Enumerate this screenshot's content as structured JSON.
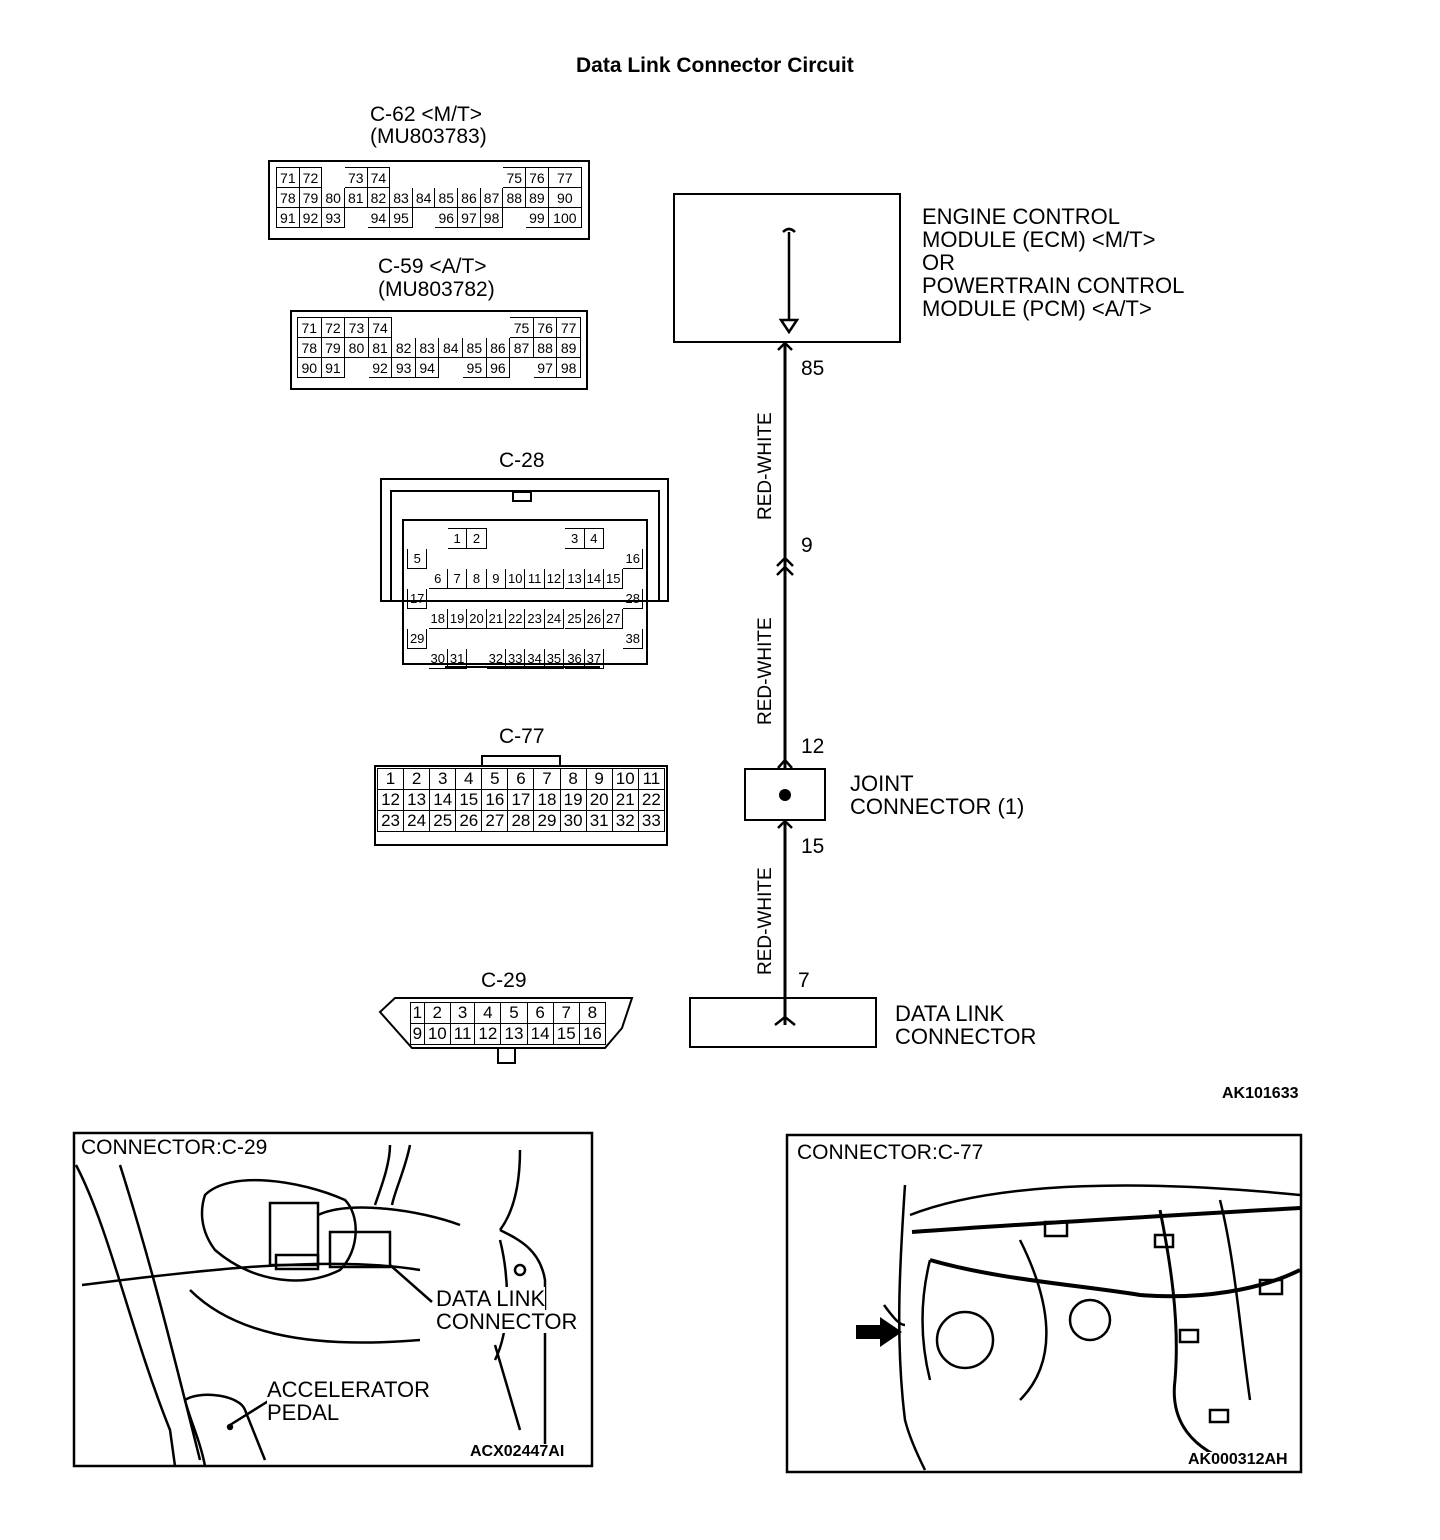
{
  "title": "Data Link Connector Circuit",
  "connectors": {
    "c62": {
      "label": "C-62 <M/T>",
      "part": "(MU803783)",
      "rows": [
        [
          "71",
          "72",
          "",
          "73",
          "74",
          "",
          "",
          "",
          "",
          "",
          "75",
          "76",
          "77"
        ],
        [
          "78",
          "79",
          "80",
          "81",
          "82",
          "83",
          "84",
          "85",
          "86",
          "87",
          "88",
          "89",
          "90"
        ],
        [
          "91",
          "92",
          "93",
          "",
          "94",
          "95",
          "",
          "96",
          "97",
          "98",
          "",
          "99",
          "100"
        ]
      ]
    },
    "c59": {
      "label": "C-59 <A/T>",
      "part": "(MU803782)",
      "rows": [
        [
          "71",
          "72",
          "73",
          "74",
          "",
          "",
          "",
          "",
          "",
          "75",
          "76",
          "77"
        ],
        [
          "78",
          "79",
          "80",
          "81",
          "82",
          "83",
          "84",
          "85",
          "86",
          "87",
          "88",
          "89"
        ],
        [
          "90",
          "91",
          "",
          "92",
          "93",
          "94",
          "",
          "95",
          "96",
          "",
          "97",
          "98"
        ]
      ]
    },
    "c28": {
      "label": "C-28",
      "rows": [
        [
          "",
          "",
          "",
          "1",
          "2",
          "",
          "",
          "",
          "",
          "",
          "3",
          "4",
          "",
          ""
        ],
        [
          "5",
          "",
          "",
          "",
          "",
          "",
          "",
          "",
          "",
          "",
          "",
          "",
          "",
          "16"
        ],
        [
          "",
          "",
          "6",
          "7",
          "8",
          "9",
          "10",
          "11",
          "12",
          "",
          "13",
          "14",
          "15",
          ""
        ],
        [
          "17",
          "",
          "",
          "",
          "",
          "",
          "",
          "",
          "",
          "",
          "",
          "",
          "",
          "28"
        ],
        [
          "",
          "",
          "18",
          "19",
          "20",
          "21",
          "22",
          "23",
          "24",
          "",
          "25",
          "26",
          "27",
          ""
        ],
        [
          "29",
          "",
          "",
          "",
          "",
          "",
          "",
          "",
          "",
          "",
          "",
          "",
          "",
          "38"
        ],
        [
          "",
          "",
          "30",
          "31",
          "",
          "32",
          "33",
          "34",
          "35",
          "",
          "36",
          "37",
          "",
          ""
        ]
      ]
    },
    "c77": {
      "label": "C-77",
      "rows": [
        [
          "1",
          "2",
          "3",
          "4",
          "5",
          "6",
          "7",
          "8",
          "9",
          "10",
          "11"
        ],
        [
          "12",
          "13",
          "14",
          "15",
          "16",
          "17",
          "18",
          "19",
          "20",
          "21",
          "22"
        ],
        [
          "23",
          "24",
          "25",
          "26",
          "27",
          "28",
          "29",
          "30",
          "31",
          "32",
          "33"
        ]
      ]
    },
    "c29": {
      "label": "C-29",
      "rows": [
        [
          "1",
          "2",
          "3",
          "4",
          "5",
          "6",
          "7",
          "8"
        ],
        [
          "9",
          "10",
          "11",
          "12",
          "13",
          "14",
          "15",
          "16"
        ]
      ]
    }
  },
  "circuit": {
    "ecm_label": [
      "ENGINE CONTROL",
      "MODULE (ECM) <M/T>",
      "OR",
      "POWERTRAIN CONTROL",
      "MODULE (PCM) <A/T>"
    ],
    "joint_label": [
      "JOINT",
      "CONNECTOR (1)"
    ],
    "dlc_label": [
      "DATA LINK",
      "CONNECTOR"
    ],
    "pins": {
      "p85": "85",
      "p9": "9",
      "p12": "12",
      "p15": "15",
      "p7": "7"
    },
    "wire_color": "RED-WHITE",
    "code": "AK101633"
  },
  "views": {
    "left": {
      "title": "CONNECTOR:C-29",
      "label1": "DATA  LINK",
      "label2": "CONNECTOR",
      "pedal1": "ACCELERATOR",
      "pedal2": "PEDAL",
      "code": "ACX02447AI"
    },
    "right": {
      "title": "CONNECTOR:C-77",
      "code": "AK000312AH"
    }
  }
}
